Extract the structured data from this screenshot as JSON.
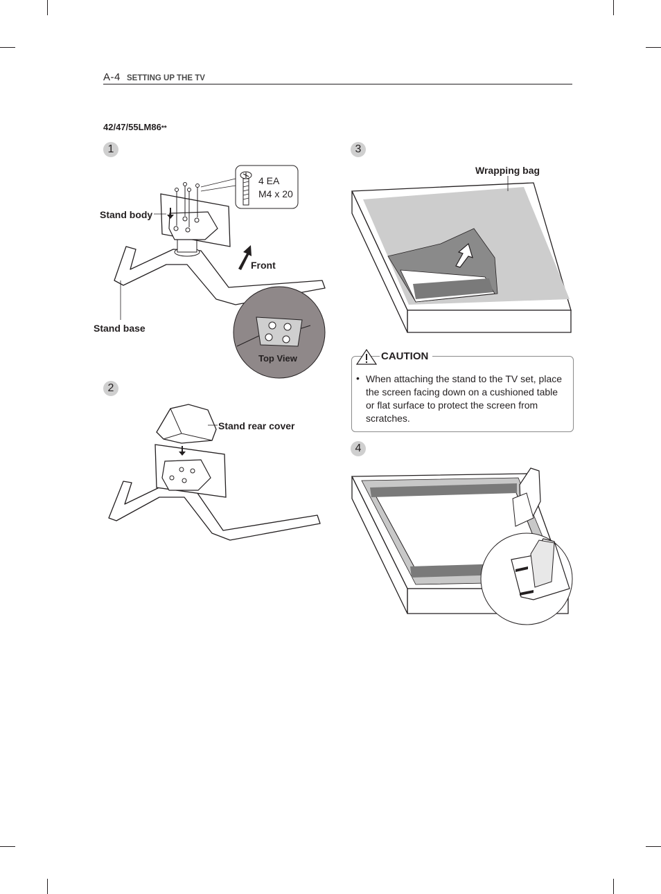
{
  "header": {
    "page_number": "A-4",
    "section": "SETTING UP THE TV"
  },
  "model": "42/47/55LM86",
  "model_suffix": "**",
  "steps": [
    "1",
    "2",
    "3",
    "4"
  ],
  "labels": {
    "screw_qty": "4 EA",
    "screw_size": "M4 x 20",
    "stand_body": "Stand body",
    "front": "Front",
    "stand_base": "Stand base",
    "top_view": "Top View",
    "stand_rear_cover": "Stand rear cover",
    "wrapping_bag": "Wrapping bag"
  },
  "caution": {
    "title": "CAUTION",
    "bullet": "•",
    "text": "When attaching the stand to the TV set, place the screen facing down on a cushioned table or flat surface to protect the screen from scratches."
  }
}
